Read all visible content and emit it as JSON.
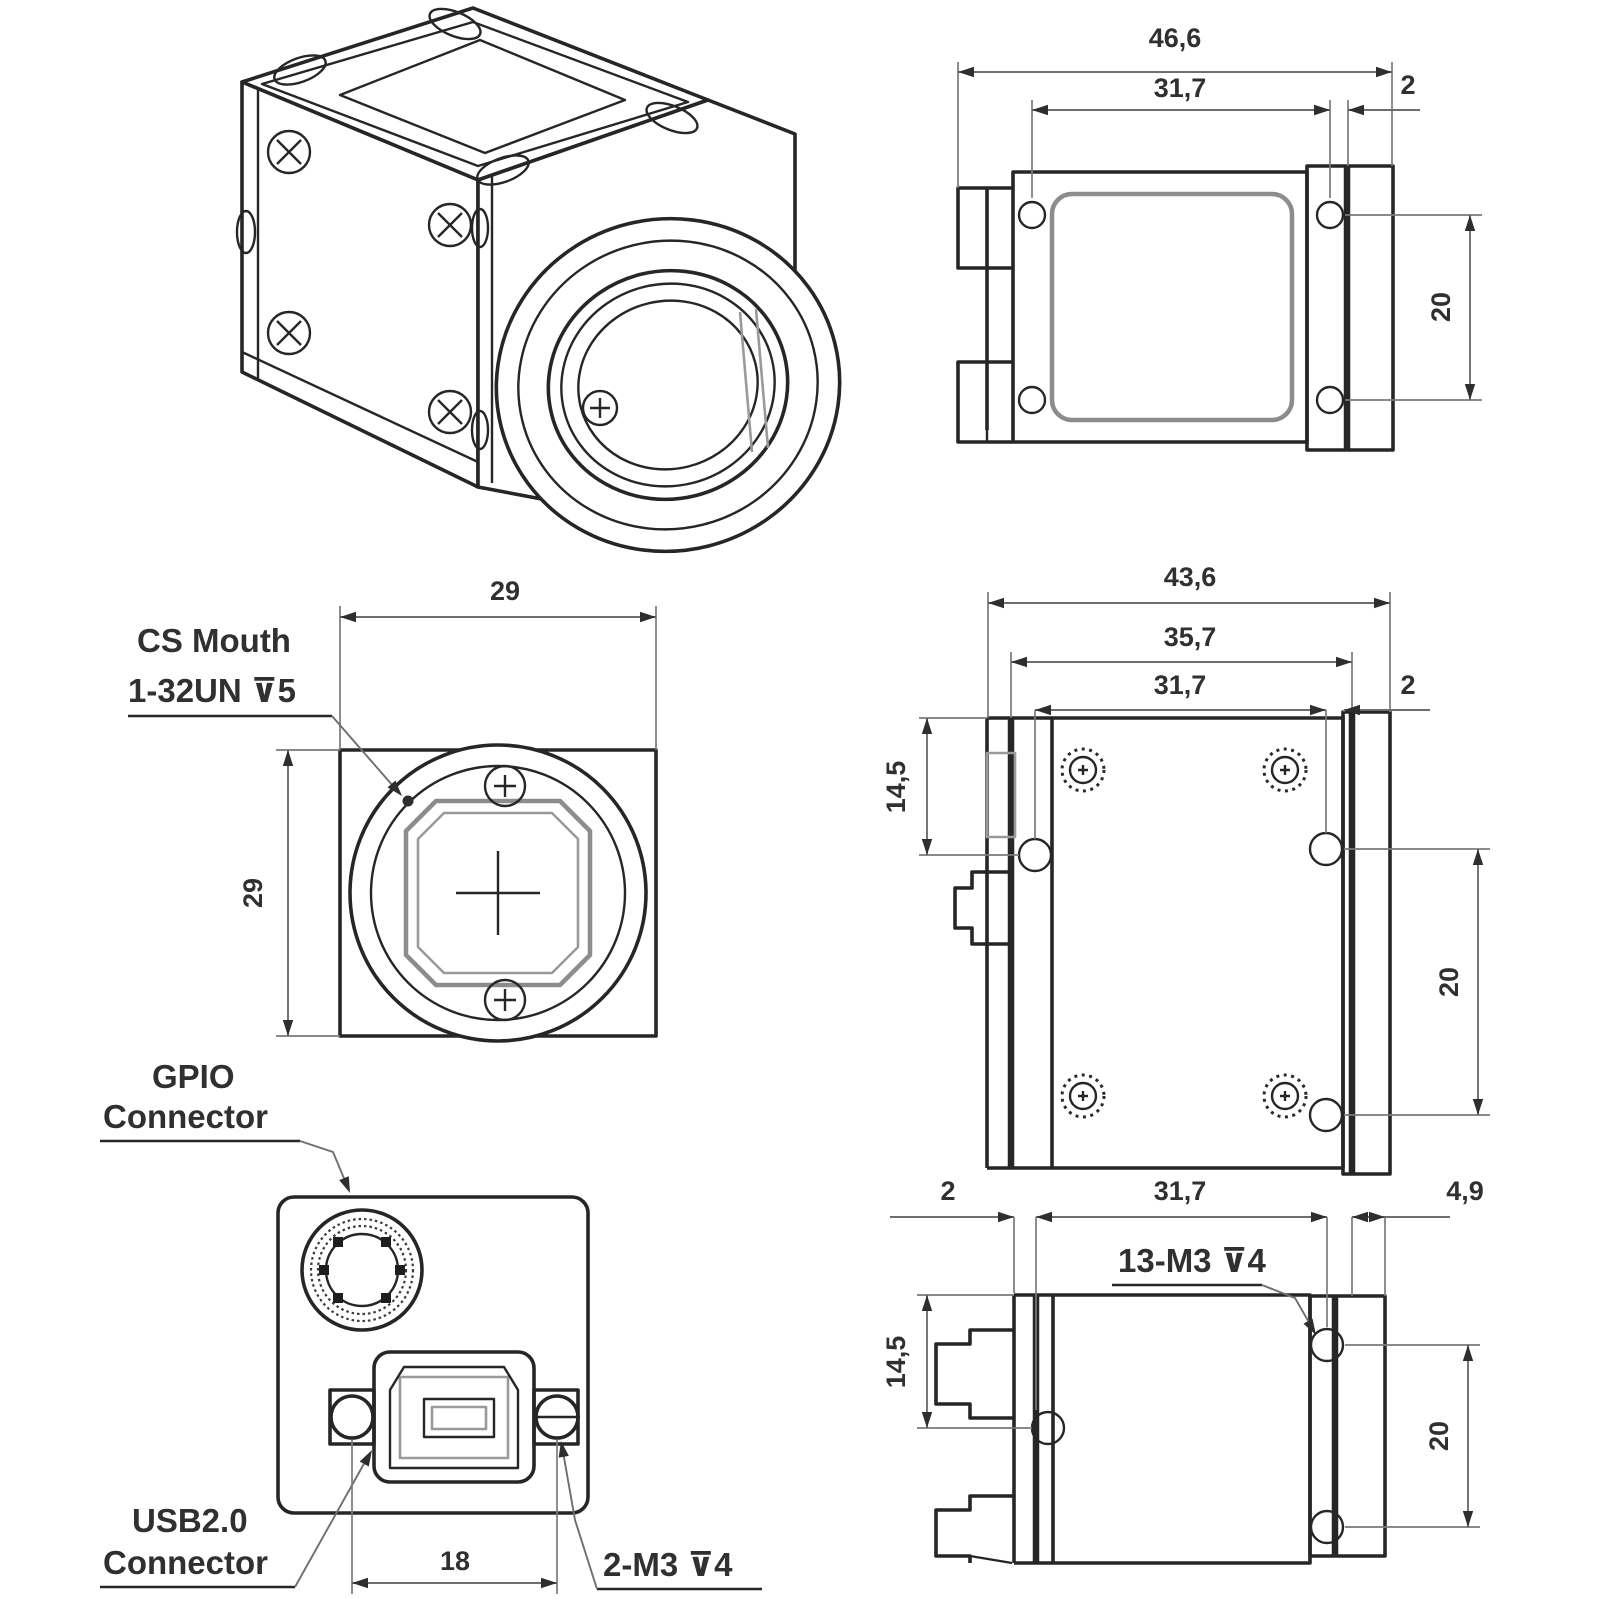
{
  "drawing": {
    "colors": {
      "background": "#ffffff",
      "line": "#262626",
      "dim_line": "#6e6e6e",
      "text": "#303030",
      "secondary": "#8c8c8c"
    },
    "views": {
      "isometric": {
        "description": "3d camera body with lens mount"
      },
      "rear_side_view": {
        "dim_overall_depth": "46,6",
        "dim_hole_span": "31,7",
        "dim_edge_offset": "2",
        "dim_hole_height": "20"
      },
      "front_view": {
        "label_mount_line1": "CS Mouth",
        "label_mount_line2": "1-32UN ⊽5",
        "dim_width": "29",
        "dim_height": "29"
      },
      "side_view": {
        "dim_overall": "43,6",
        "dim_mid": "35,7",
        "dim_hole_span": "31,7",
        "dim_edge_offset": "2",
        "dim_hole_top": "14,5",
        "dim_hole_height": "20"
      },
      "rear_view": {
        "label_gpio_line1": "GPIO",
        "label_gpio_line2": "Connector",
        "label_usb_line1": "USB2.0",
        "label_usb_line2": "Connector",
        "dim_usb_screws": "18",
        "label_screw_note": "2-M3 ⊽4"
      },
      "bottom_side_view": {
        "dim_edge_offset": "2",
        "dim_hole_span": "31,7",
        "dim_flange": "4,9",
        "label_screw_note": "13-M3 ⊽4",
        "dim_hole_top": "14,5",
        "dim_hole_height": "20"
      }
    }
  }
}
